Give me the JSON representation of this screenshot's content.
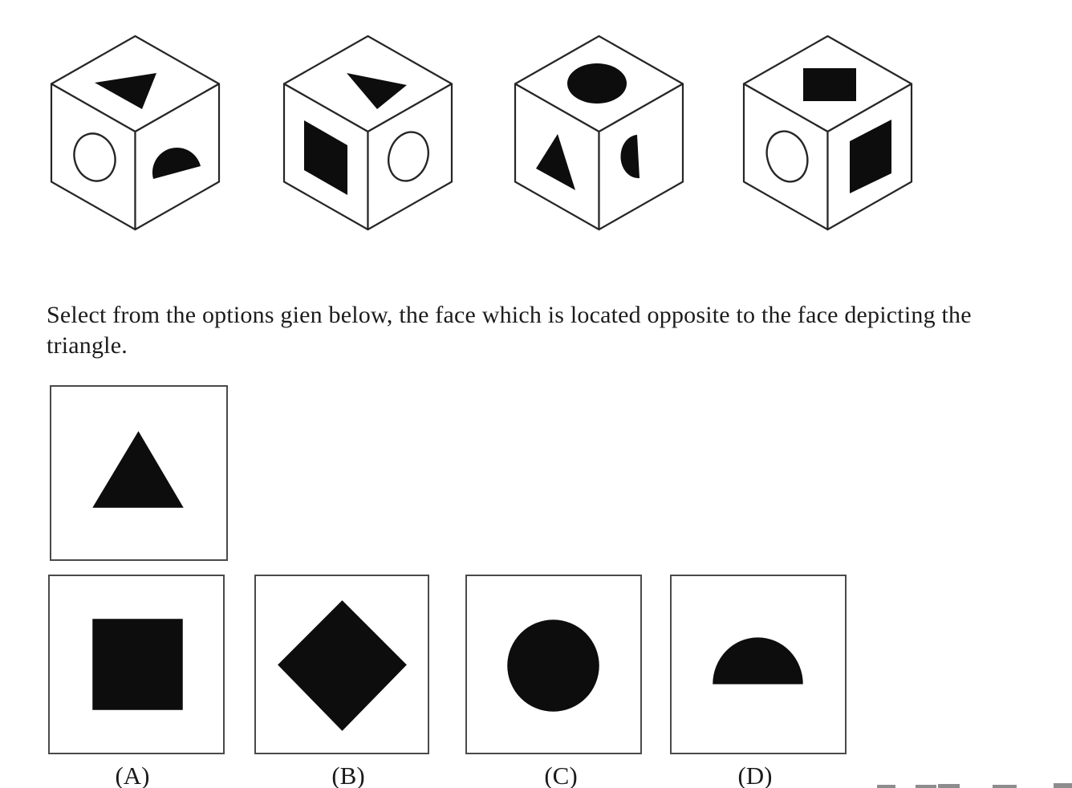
{
  "question": {
    "line1": "Select from the options gien below, the face which is located opposite to the face depicting the",
    "line2": "triangle."
  },
  "cubes": [
    {
      "description": "cube 1: black triangle on top face, white oval outline on left face, black semicircle on right face"
    },
    {
      "description": "cube 2: black triangle on top face, black square on left face, white oval outline on right face"
    },
    {
      "description": "cube 3: black ellipse on top face, black triangle on left face, black half-ellipse on right face"
    },
    {
      "description": "cube 4: black rectangle on top face, white oval outline on left face, black square on right face"
    }
  ],
  "reference_card": {
    "shape": "black triangle"
  },
  "options": [
    {
      "label": "(A)",
      "shape": "black square"
    },
    {
      "label": "(B)",
      "shape": "black diamond"
    },
    {
      "label": "(C)",
      "shape": "black circle"
    },
    {
      "label": "(D)",
      "shape": "black semicircle"
    }
  ],
  "colors": {
    "background": "#ffffff",
    "shape_fill": "#0d0d0d",
    "line": "#262626",
    "card_border": "#4a4a4a",
    "text": "#1c1c1c",
    "watermark_gray": "#8d8d8d"
  }
}
